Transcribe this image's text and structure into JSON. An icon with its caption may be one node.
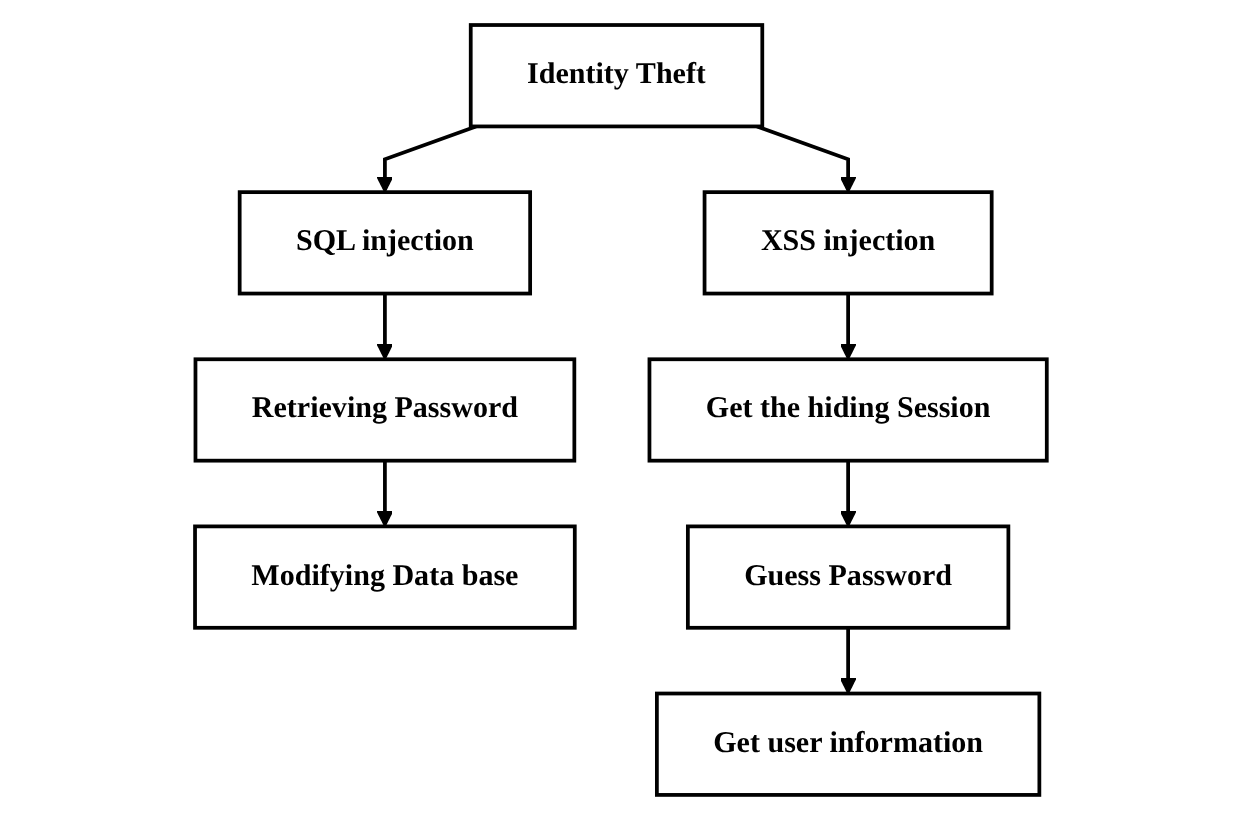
{
  "diagram": {
    "nodes": [
      {
        "text": [
          "Identity Theft"
        ]
      },
      {
        "text": [
          "SQL injection"
        ]
      },
      {
        "text": [
          "XSS injection"
        ]
      },
      {
        "text": [
          "Retrieving Password"
        ]
      },
      {
        "text": [
          "Get the hiding Session"
        ]
      },
      {
        "text": [
          "Modifying Data base"
        ]
      },
      {
        "text": [
          "Guess Password"
        ]
      },
      {
        "text": [
          "Get user information"
        ]
      }
    ],
    "edges": [
      {
        "from": 0,
        "to": 1,
        "arrow": "to"
      },
      {
        "from": 0,
        "to": 2,
        "arrow": "to"
      },
      {
        "from": 1,
        "to": 3,
        "arrow": "to"
      },
      {
        "from": 2,
        "to": 4,
        "arrow": "to"
      },
      {
        "from": 3,
        "to": 5,
        "arrow": "to"
      },
      {
        "from": 4,
        "to": 6,
        "arrow": "to"
      },
      {
        "from": 6,
        "to": 7,
        "arrow": "to"
      }
    ]
  }
}
